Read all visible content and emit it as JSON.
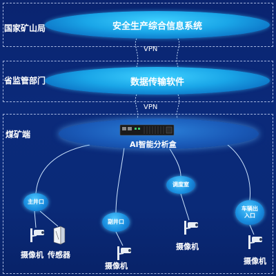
{
  "tiers": {
    "bureau": "国家矿山局",
    "province": "省监管部门",
    "mine": "煤矿端"
  },
  "systems": {
    "top": "安全生产综合信息系统",
    "middle": "数据传输软件",
    "ai_box": "AI智能分析盒"
  },
  "vpn": {
    "upper": "VPN",
    "lower": "VPN"
  },
  "nodes": {
    "main_shaft": "主井口",
    "aux_shaft": "副井口",
    "dispatch": "调度室",
    "vehicle": "车辆出入口"
  },
  "devices": {
    "camera": "摄像机",
    "sensor": "传感器"
  },
  "colors": {
    "background": "#0b2a7a",
    "ellipse": "#1aa6e8",
    "node": "#1a8fe0",
    "link": "#cfe6ff"
  }
}
